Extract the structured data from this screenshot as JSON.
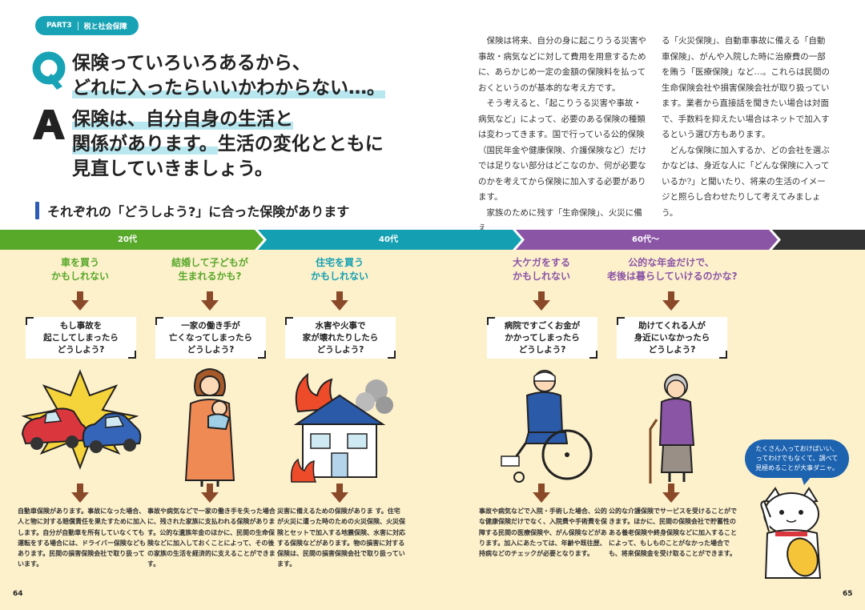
{
  "header": {
    "part": "PART3",
    "category": "税と社会保障"
  },
  "question": {
    "mark": "Q",
    "line1": "保険っていろいろあるから、",
    "line2": "どれに入ったらいいかわからない…。"
  },
  "answer": {
    "mark": "A",
    "line1": "保険は、自分自身の生活と",
    "line2_a": "関係があります。",
    "line2_b": "生活の変化とともに",
    "line3": "見直していきましょう。"
  },
  "section_title": "それぞれの「どうしよう?」に合った保険があります",
  "intro_left": [
    "保険は将来、自分の身に起こりうる災害や事故・病気などに対して費用を用意するために、あらかじめ一定の金額の保険料を払っておくというのが基本的な考え方です。",
    "そう考えると、「起こりうる災害や事故・病気など」によって、必要のある保険の種類は変わってきます。国で行っている公的保険（国民年金や健康保険、介護保険など）だけでは足りない部分はどこなのか、何が必要なのかを考えてから保険に加入する必要があります。",
    "家族のために残す「生命保険」、火災に備え"
  ],
  "intro_right": [
    "る「火災保険」、自動車事故に備える「自動車保険」、がんや入院した時に治療費の一部を賄う「医療保険」など…。これらは民間の生命保険会社や損害保険会社が取り扱っています。業者から直接話を聞きたい場合は対面で、手数料を抑えたい場合はネットで加入するという選び方もあります。",
    "どんな保険に加入するか、どの会社を選ぶかなどは、身近な人に「どんな保険に入っているか?」と聞いたり、将来の生活のイメージと照らし合わせたりして考えてみましょう。"
  ],
  "timeline": {
    "age20": "20代",
    "age40": "40代",
    "age60": "60代～"
  },
  "columns": [
    {
      "q1": "車を買う",
      "q2": "かもしれない",
      "b1": "もし事故を",
      "b2": "起こしてしまったら",
      "b3": "どうしよう?",
      "desc": "自動車保険があります。事故になった場合、人と物に対する賠償責任を果たすために加入します。自分が自動車を所有していなくても運転をする場合には、ドライバー保険などもあります。民間の損害保険会社で取り扱っています。"
    },
    {
      "q1": "結婚して子どもが",
      "q2": "生まれるかも?",
      "b1": "一家の働き手が",
      "b2": "亡くなってしまったら",
      "b3": "どうしよう?",
      "desc": "事故や病気などで一家の働き手を失った場合に、残された家族に支払われる保険があります。公的な遺族年金のほかに、民間の生命保険などに加入しておくことによって、その後の家族の生活を経済的に支えることができます。"
    },
    {
      "q1": "住宅を買う",
      "q2": "かもしれない",
      "b1": "水害や火事で",
      "b2": "家が壊れたりしたら",
      "b3": "どうしよう?",
      "desc": "災害に備えるための保険がありま す。住宅が火災に遭った時のための火災保険、火災保険とセットで加入する地震保険、水害に対応する保険などがあります。物の損害に対する保険は、民間の損害保険会社で取り扱っています。"
    },
    {
      "q1": "大ケガをする",
      "q2": "かもしれない",
      "b1": "病院ですごくお金が",
      "b2": "かかってしまったら",
      "b3": "どうしよう?",
      "desc": "事故や病気などで入院・手術した場合、公的な健康保険だけでなく、入院費や手術費を保障する民間の医療保険や、がん保険などがあります。加入にあたっては、年齢や既往歴、持病などのチェックが必要となります。"
    },
    {
      "q1": "公的な年金だけで、",
      "q2": "老後は暮らしていけるのかな?",
      "b1": "助けてくれる人が",
      "b2": "身近にいなかったら",
      "b3": "どうしよう?",
      "desc": "公的な介護保険でサービスを受けることができます。ほかに、民間の保険会社で貯蓄性のある養老保険や終身保険などに加入することによって、もしものことがなかった場合でも、将来保険金を受け取ることができます。"
    }
  ],
  "bubble": {
    "l1": "たくさん入っておけばいい、",
    "l2": "ってわけでもなくて、調べて",
    "l3": "見極めることが大事ダニャ。"
  },
  "page_left": "64",
  "page_right": "65",
  "colors": {
    "green": "#58a82a",
    "teal": "#14a0b2",
    "purple": "#8b55a6",
    "navy": "#1d63b0",
    "cream": "#fdf1cc"
  }
}
